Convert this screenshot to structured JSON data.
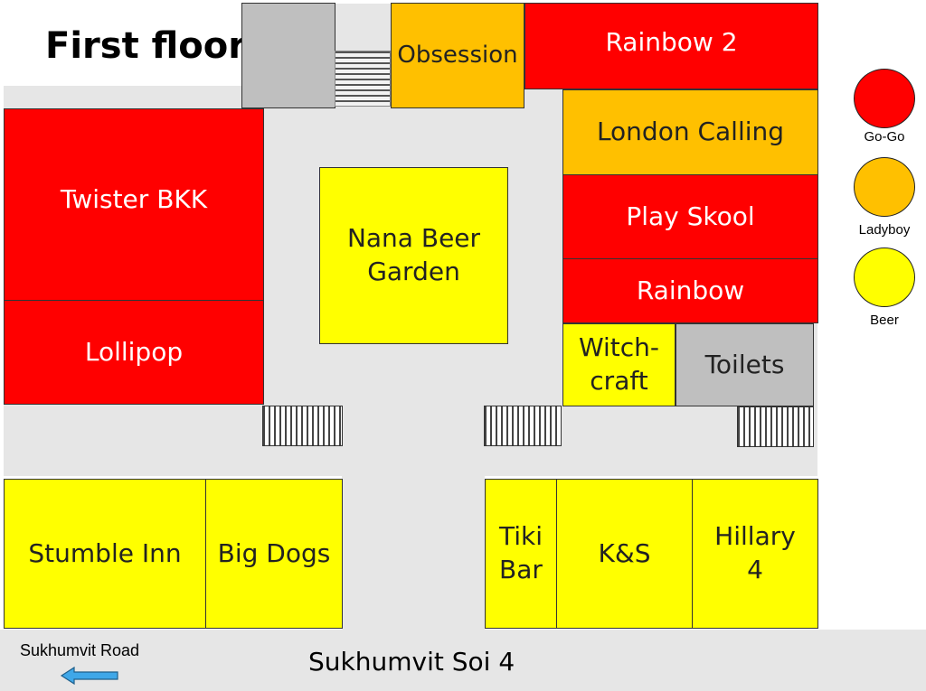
{
  "title": "First floor",
  "venues": {
    "obsession": "Obsession",
    "rainbow2": "Rainbow 2",
    "twister": "Twister BKK",
    "lollipop": "Lollipop",
    "nana_beer_garden": "Nana Beer\nGarden",
    "london_calling": "London Calling",
    "play_skool": "Play Skool",
    "rainbow": "Rainbow",
    "witchcraft": "Witch-\ncraft",
    "toilets": "Toilets",
    "stumble_inn": "Stumble Inn",
    "big_dogs": "Big Dogs",
    "tiki_bar": "Tiki\nBar",
    "ks": "K&S",
    "hillary4": "Hillary\n4"
  },
  "legend": {
    "gogo": "Go-Go",
    "ladyboy": "Ladyboy",
    "beer": "Beer"
  },
  "roads": {
    "main": "Sukhumvit Soi 4",
    "side": "Sukhumvit Road"
  },
  "colors": {
    "gogo": "#ff0000",
    "ladyboy": "#ffc000",
    "beer": "#ffff00",
    "facility": "#bfbfbf",
    "walkway": "#e6e6e6",
    "arrow": "#3fa7e8"
  },
  "icons": {
    "arrow": "arrow-left-icon",
    "stairs": "stairs-icon"
  }
}
